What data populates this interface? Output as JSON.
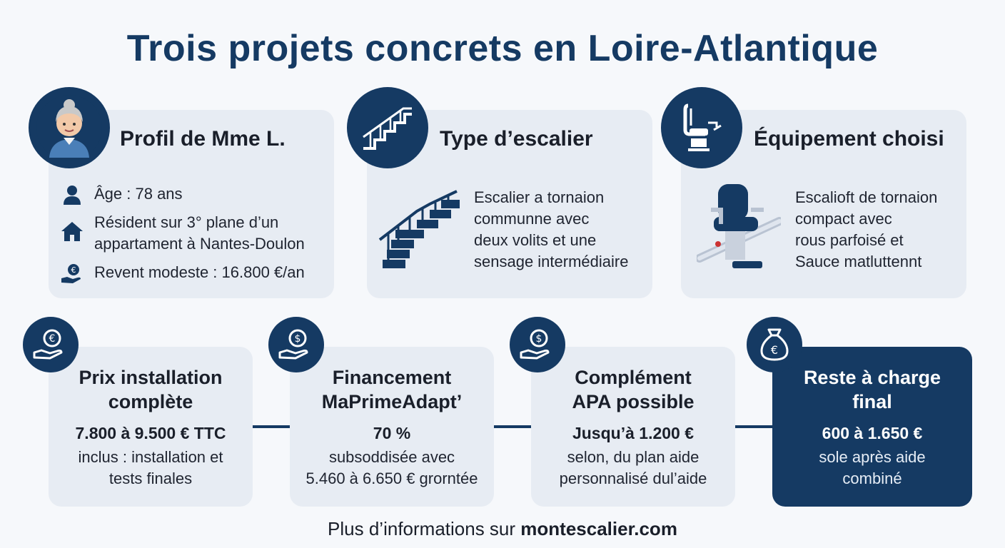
{
  "title": "Trois projets concrets en Loire-Atlantique",
  "colors": {
    "navy": "#153a63",
    "card": "#e7ecf3",
    "background": "#f6f8fb"
  },
  "cards": {
    "profile": {
      "title": "Profil de Mme L.",
      "icon": "elderly-woman-avatar",
      "items": [
        {
          "icon": "person-icon",
          "text": "Âge : 78 ans"
        },
        {
          "icon": "house-icon",
          "text_1": "Résident sur 3° plane d’un",
          "text_2": "appartament à Nantes-Doulon"
        },
        {
          "icon": "euro-hand-icon",
          "text": "Revent modeste : 16.800 €/an"
        }
      ]
    },
    "stairs": {
      "title": "Type d’escalier",
      "icon": "staircase-icon",
      "lines": [
        "Escalier a tornaion",
        "communne avec",
        "deux volits et une",
        "sensage intermédiaire"
      ]
    },
    "equipment": {
      "title": "Équipement choisi",
      "icon": "stairlift-chair-icon",
      "lines": [
        "Escalioft de tornaion",
        "compact avec",
        "rous parfoisé et",
        "Sauce matluttennt"
      ]
    }
  },
  "steps": [
    {
      "icon": "euro-hand-icon",
      "title_1": "Prix installation",
      "title_2": "complète",
      "value": "7.800 à 9.500 € TTC",
      "desc_1": "inclus : installation et",
      "desc_2": "tests finales"
    },
    {
      "icon": "dollar-hand-icon",
      "title_1": "Financement",
      "title_2": "MaPrimeAdapt’",
      "value": "70 %",
      "desc_1": "subsoddisée avec",
      "desc_2": "5.460 à 6.650 € grorntée"
    },
    {
      "icon": "dollar-hand-icon",
      "title_1": "Complément",
      "title_2": "APA possible",
      "value": "Jusqu’à 1.200 €",
      "desc_1": "selon, du plan aide",
      "desc_2": "personnalisé dul’aide"
    },
    {
      "icon": "money-bag-icon",
      "title_1": "Reste à charge",
      "title_2": "final",
      "value": "600 à 1.650 €",
      "desc_1": "sole après aide",
      "desc_2": "combiné"
    }
  ],
  "footer": {
    "prefix": "Plus d’informations sur ",
    "link": "montescalier.com"
  }
}
